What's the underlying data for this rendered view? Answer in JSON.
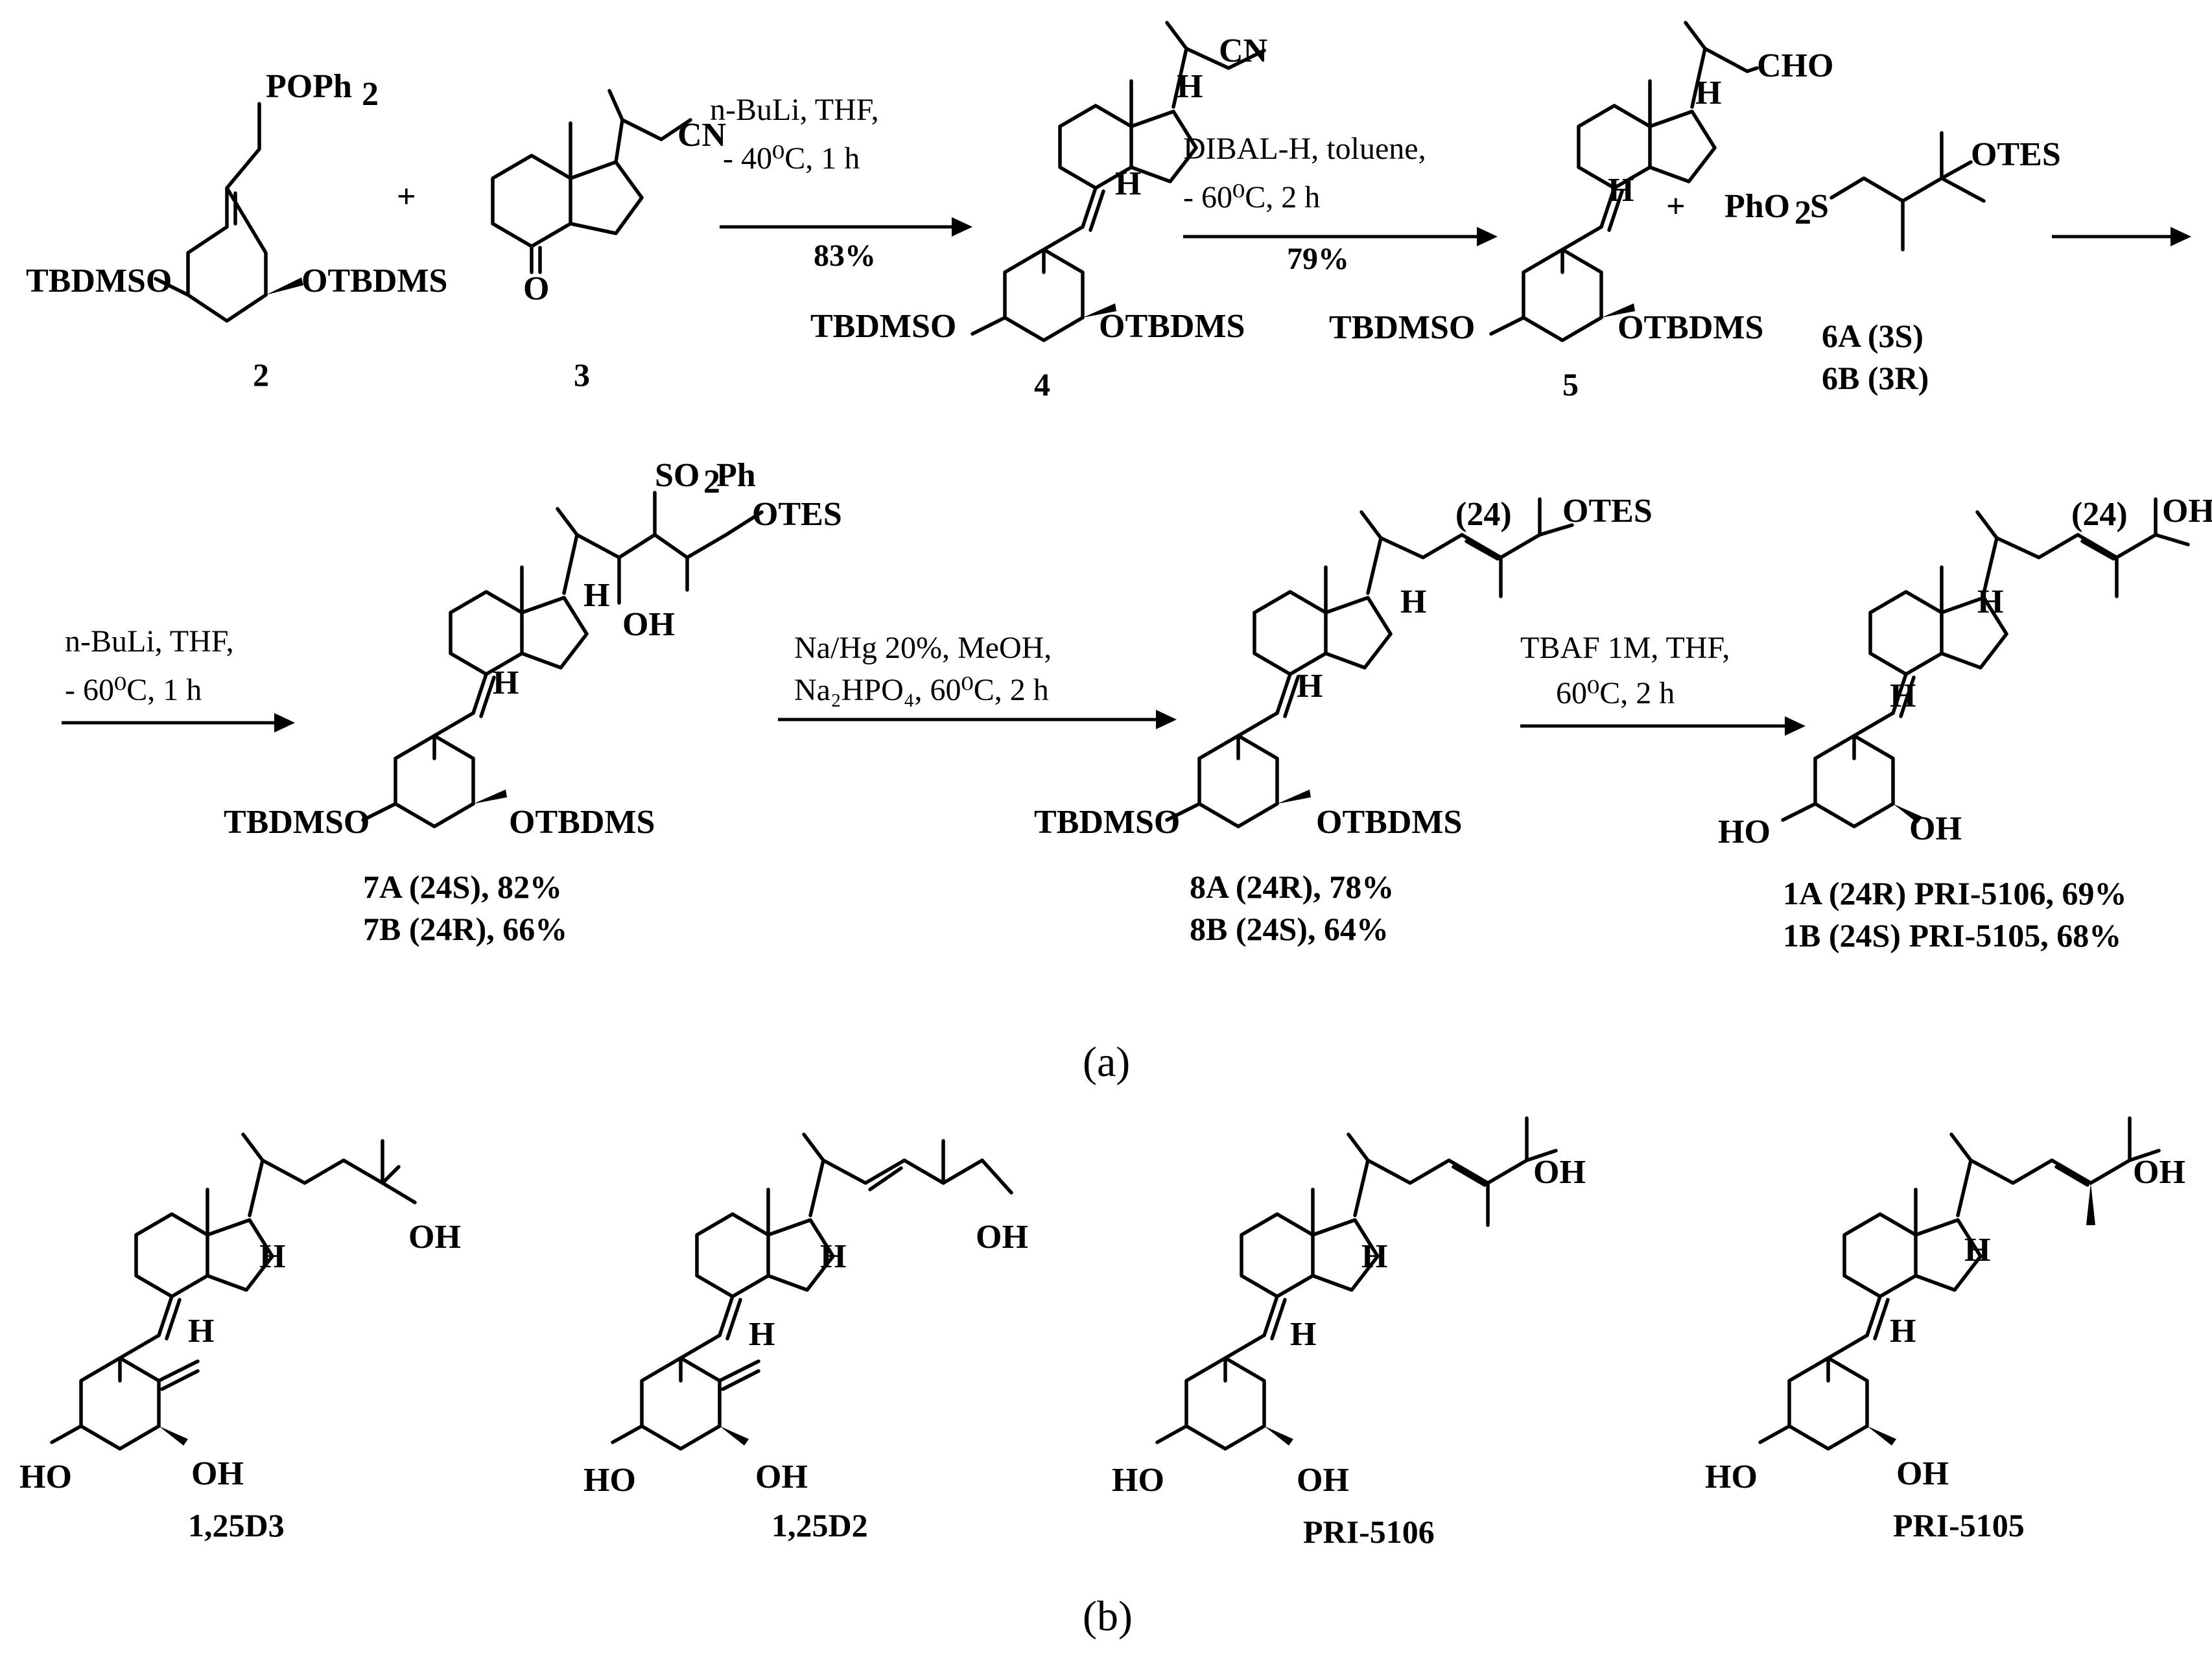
{
  "panels": {
    "a": "(a)",
    "b": "(b)"
  },
  "atoms": {
    "pop": "POPh",
    "pop_sub": "2",
    "tbdmso": "TBDMSO",
    "otbdms": "OTBDMS",
    "cn": "CN",
    "o": "O",
    "h": "H",
    "cho": "CHO",
    "phso": "PhO",
    "phso_sub": "2",
    "phso_s": "S",
    "otes": "OTES",
    "so2ph": "SO",
    "so2ph_sub": "2",
    "so2ph_end": "Ph",
    "oh": "OH",
    "ho": "HO",
    "c24": "(24)",
    "plus": "+"
  },
  "compounds": {
    "c2": "2",
    "c3": "3",
    "c4": "4",
    "c5": "5",
    "c6a": "6A (3S)",
    "c6b": "6B (3R)",
    "c7a": "7A (24S), 82%",
    "c7b": "7B (24R), 66%",
    "c8a": "8A (24R), 78%",
    "c8b": "8B  (24S), 64%",
    "c1a": "1A (24R) PRI-5106, 69%",
    "c1b": "1B  (24S) PRI-5105, 68%",
    "d3": "1,25D3",
    "d2": "1,25D2",
    "p5106": "PRI-5106",
    "p5105": "PRI-5105"
  },
  "arrows": {
    "r1": {
      "line1": "n-BuLi, THF,",
      "line2": "- 40⁰C, 1 h",
      "line3": "83%"
    },
    "r2": {
      "line1": "DIBAL-H, toluene,",
      "line2": "- 60⁰C, 2 h",
      "line3": "79%"
    },
    "r4": {
      "line1": "n-BuLi, THF,",
      "line2": "- 60⁰C, 1 h"
    },
    "r5": {
      "line1": "Na/Hg 20%, MeOH,",
      "line2": "Na₂HPO₄, 60⁰C, 2 h"
    },
    "r6": {
      "line1": "TBAF 1M, THF,",
      "line2": "60⁰C, 2 h"
    }
  }
}
